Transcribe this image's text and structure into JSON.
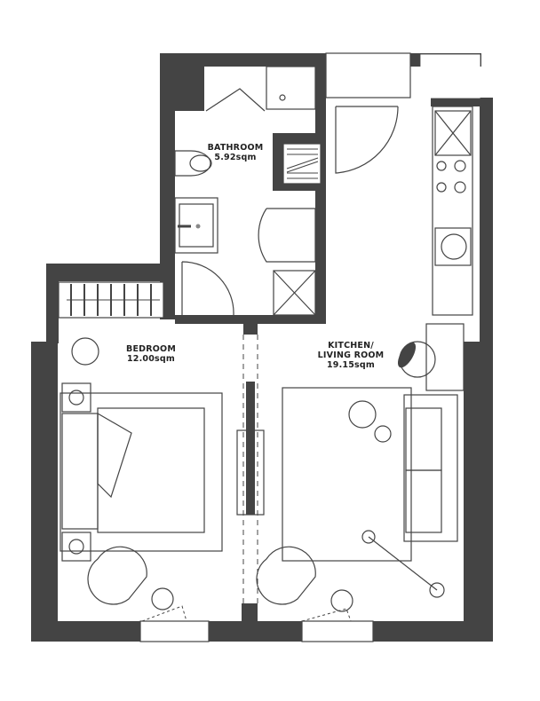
{
  "rooms": [
    {
      "name": "BATHROOM",
      "area": "5.92sqm"
    },
    {
      "name": "BEDROOM",
      "area": "12.00sqm"
    },
    {
      "name": "KITCHEN/",
      "name2": "LIVING ROOM",
      "area": "19.15sqm"
    }
  ],
  "colors": {
    "wall": "#444444",
    "background": "#ffffff"
  }
}
